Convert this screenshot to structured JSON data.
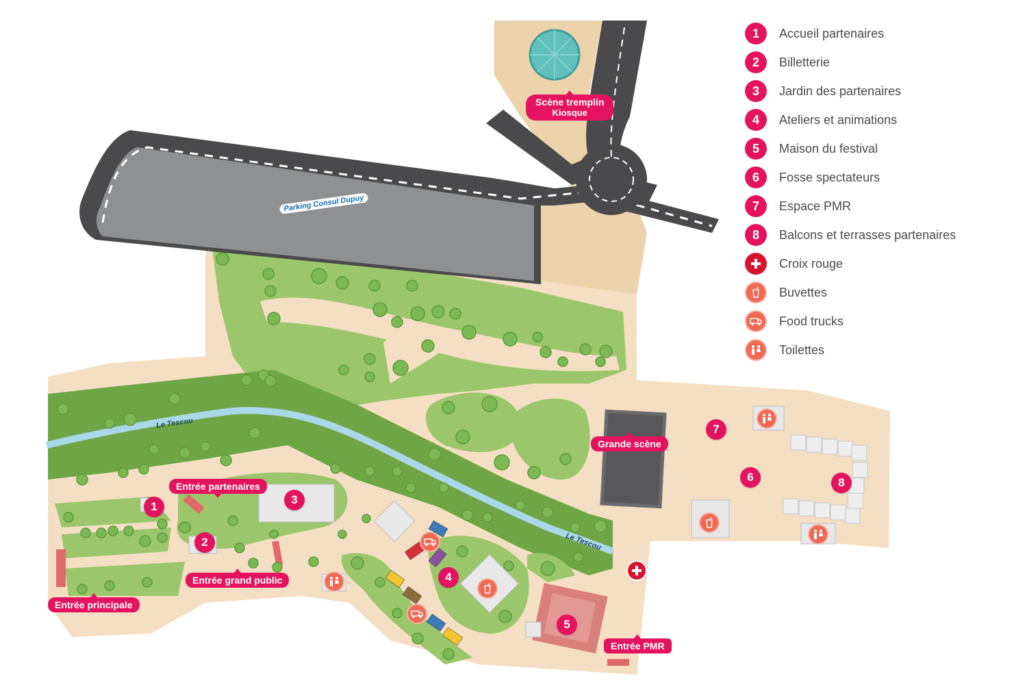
{
  "colors": {
    "accent": "#e4135f",
    "service": "#ee6a55",
    "grass": "#9bc66b",
    "dark_green": "#6fa645",
    "sand": "#f5dfc4",
    "road": "#4a4a4c",
    "river": "#a9d8e8",
    "red_cross": "#d7132f"
  },
  "legend": [
    {
      "type": "number",
      "badge": "1",
      "label": "Accueil partenaires"
    },
    {
      "type": "number",
      "badge": "2",
      "label": "Billetterie"
    },
    {
      "type": "number",
      "badge": "3",
      "label": "Jardin des partenaires"
    },
    {
      "type": "number",
      "badge": "4",
      "label": "Ateliers et animations"
    },
    {
      "type": "number",
      "badge": "5",
      "label": "Maison du festival"
    },
    {
      "type": "number",
      "badge": "6",
      "label": "Fosse spectateurs"
    },
    {
      "type": "number",
      "badge": "7",
      "label": "Espace PMR"
    },
    {
      "type": "number",
      "badge": "8",
      "label": "Balcons et terrasses partenaires"
    },
    {
      "type": "cross",
      "icon": "red-cross-icon",
      "label": "Croix rouge"
    },
    {
      "type": "service",
      "icon": "drink-icon",
      "label": "Buvettes"
    },
    {
      "type": "service",
      "icon": "food-truck-icon",
      "label": "Food trucks"
    },
    {
      "type": "service",
      "icon": "toilets-icon",
      "label": "Toilettes"
    }
  ],
  "map": {
    "pins": {
      "p1": "1",
      "p2": "2",
      "p3": "3",
      "p4": "4",
      "p5": "5",
      "p6": "6",
      "p7": "7",
      "p8": "8"
    },
    "labels": {
      "scene_tremplin": "Scène tremplin",
      "kiosque": "Kiosque",
      "grande_scene": "Grande scène",
      "entree_partenaires": "Entrée partenaires",
      "entree_grand_public": "Entrée grand public",
      "entree_principale": "Entrée principale",
      "entree_pmr": "Entrée PMR",
      "parking": "Parking Consul Dupuy",
      "river_1": "Le Tescou",
      "river_2": "Le Tescou"
    }
  }
}
